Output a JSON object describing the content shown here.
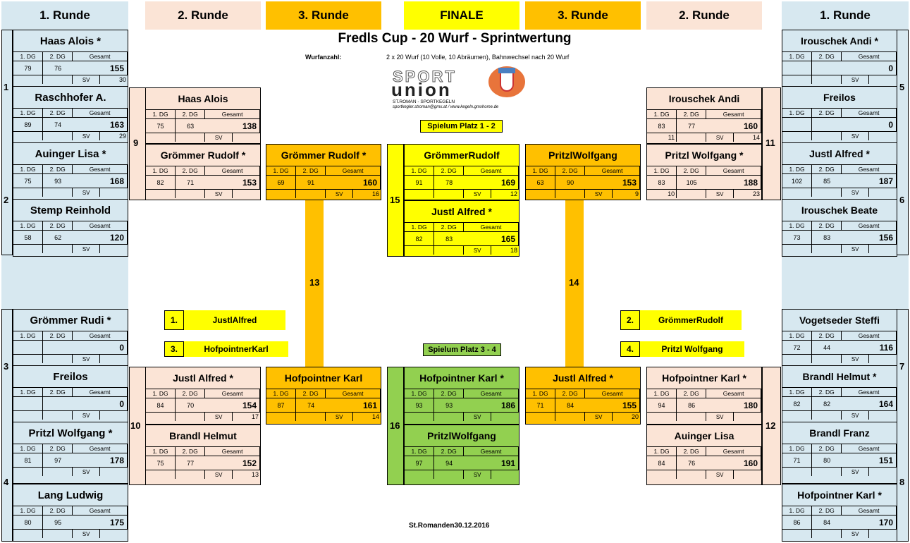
{
  "headers": {
    "r1_left": "1. Runde",
    "r2_left": "2. Runde",
    "r3_left": "3. Runde",
    "finale": "FINALE",
    "r3_right": "3. Runde",
    "r2_right": "2. Runde",
    "r1_right": "1. Runde"
  },
  "title": "Fredls Cup - 20 Wurf - Sprintwertung",
  "wurfanzahl_label": "Wurfanzahl:",
  "wurfanzahl_text": "2 x 20 Wurf (10 Volle, 10 Abräumen), Bahnwechsel nach 20 Wurf",
  "logo": {
    "line1": "SPORT",
    "line2": "union",
    "sub1": "ST.ROMAN - SPORTKEGELN",
    "sub2": "sportkegler.stroman@gmx.at / www.kegeln.gmxhome.de"
  },
  "col_labels": {
    "dg1": "1. DG",
    "dg2": "2. DG",
    "gesamt": "Gesamt",
    "sv": "SV"
  },
  "spiel12": "Spielum Platz 1 - 2",
  "spiel34": "Spielum Platz 3 - 4",
  "bracket_numbers": [
    "1",
    "2",
    "3",
    "4",
    "5",
    "6",
    "7",
    "8",
    "9",
    "10",
    "11",
    "12",
    "13",
    "14",
    "15",
    "16"
  ],
  "places": [
    {
      "rank": "1.",
      "name": "JustlAlfred"
    },
    {
      "rank": "2.",
      "name": "GrömmerRudolf"
    },
    {
      "rank": "3.",
      "name": "HofpointnerKarl"
    },
    {
      "rank": "4.",
      "name": "Pritzl Wolfgang"
    }
  ],
  "footer": "St.Romanden30.12.2016",
  "players": {
    "l1a": {
      "name": "Haas Alois *",
      "dg1": "79",
      "dg2": "76",
      "total": "155",
      "sv": "30"
    },
    "l1b": {
      "name": "Raschhofer A.",
      "dg1": "89",
      "dg2": "74",
      "total": "163",
      "sv": "29"
    },
    "l2a": {
      "name": "Auinger Lisa *",
      "dg1": "75",
      "dg2": "93",
      "total": "168",
      "sv": ""
    },
    "l2b": {
      "name": "Stemp Reinhold",
      "dg1": "58",
      "dg2": "62",
      "total": "120",
      "sv": ""
    },
    "l3a": {
      "name": "Grömmer Rudi *",
      "dg1": "",
      "dg2": "",
      "total": "0",
      "sv": ""
    },
    "l3b": {
      "name": "Freilos",
      "dg1": "",
      "dg2": "",
      "total": "0",
      "sv": ""
    },
    "l4a": {
      "name": "Pritzl Wolfgang *",
      "dg1": "81",
      "dg2": "97",
      "total": "178",
      "sv": ""
    },
    "l4b": {
      "name": "Lang Ludwig",
      "dg1": "80",
      "dg2": "95",
      "total": "175",
      "sv": ""
    },
    "r5a": {
      "name": "Irouschek Andi *",
      "dg1": "",
      "dg2": "",
      "total": "0",
      "sv": ""
    },
    "r5b": {
      "name": "Freilos",
      "dg1": "",
      "dg2": "",
      "total": "0",
      "sv": ""
    },
    "r6a": {
      "name": "Justl Alfred *",
      "dg1": "102",
      "dg2": "85",
      "total": "187",
      "sv": ""
    },
    "r6b": {
      "name": "Irouschek Beate",
      "dg1": "73",
      "dg2": "83",
      "total": "156",
      "sv": ""
    },
    "r7a": {
      "name": "Vogetseder Steffi",
      "dg1": "72",
      "dg2": "44",
      "total": "116",
      "sv": ""
    },
    "r7b": {
      "name": "Brandl Helmut *",
      "dg1": "82",
      "dg2": "82",
      "total": "164",
      "sv": ""
    },
    "r8a": {
      "name": "Brandl Franz",
      "dg1": "71",
      "dg2": "80",
      "total": "151",
      "sv": ""
    },
    "r8b": {
      "name": "Hofpointner Karl *",
      "dg1": "86",
      "dg2": "84",
      "total": "170",
      "sv": ""
    },
    "l9a": {
      "name": "Haas Alois",
      "dg1": "75",
      "dg2": "63",
      "total": "138",
      "sv": ""
    },
    "l9b": {
      "name": "Grömmer Rudolf *",
      "dg1": "82",
      "dg2": "71",
      "total": "153",
      "sv": ""
    },
    "l10a": {
      "name": "Justl Alfred *",
      "dg1": "84",
      "dg2": "70",
      "total": "154",
      "sv": "17"
    },
    "l10b": {
      "name": "Brandl Helmut",
      "dg1": "75",
      "dg2": "77",
      "total": "152",
      "sv": "13"
    },
    "r11a": {
      "name": "Irouschek Andi",
      "dg1": "83",
      "dg2": "77",
      "total": "160",
      "sv": "14",
      "r3": "11"
    },
    "r11b": {
      "name": "Pritzl Wolfgang *",
      "dg1": "83",
      "dg2": "105",
      "total": "188",
      "sv": "23",
      "r3": "10"
    },
    "r12a": {
      "name": "Hofpointner Karl *",
      "dg1": "94",
      "dg2": "86",
      "total": "180",
      "sv": ""
    },
    "r12b": {
      "name": "Auinger Lisa",
      "dg1": "84",
      "dg2": "76",
      "total": "160",
      "sv": ""
    },
    "l13a": {
      "name": "Grömmer Rudolf *",
      "dg1": "69",
      "dg2": "91",
      "total": "160",
      "sv": "16"
    },
    "l13b": {
      "name": "Hofpointner Karl",
      "dg1": "87",
      "dg2": "74",
      "total": "161",
      "sv": "14"
    },
    "r14a": {
      "name": "PritzlWolfgang",
      "dg1": "63",
      "dg2": "90",
      "total": "153",
      "sv": "9"
    },
    "r14b": {
      "name": "Justl Alfred *",
      "dg1": "71",
      "dg2": "84",
      "total": "155",
      "sv": "20"
    },
    "f15a": {
      "name": "GrömmerRudolf",
      "dg1": "91",
      "dg2": "78",
      "total": "169",
      "sv": "12"
    },
    "f15b": {
      "name": "Justl Alfred *",
      "dg1": "82",
      "dg2": "83",
      "total": "165",
      "sv": "18"
    },
    "f16a": {
      "name": "Hofpointner Karl *",
      "dg1": "93",
      "dg2": "93",
      "total": "186",
      "sv": ""
    },
    "f16b": {
      "name": "PritzlWolfgang",
      "dg1": "97",
      "dg2": "94",
      "total": "191",
      "sv": ""
    }
  }
}
